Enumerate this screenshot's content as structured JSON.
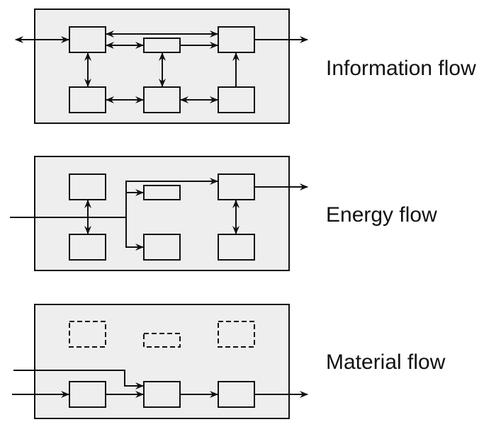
{
  "diagram": {
    "colors": {
      "panel_fill": "#eeeeee",
      "stroke": "#111111",
      "background": "#ffffff"
    },
    "panels": [
      {
        "id": "information",
        "label": "Information flow",
        "nodes": [
          {
            "id": "i-top-left",
            "row": "top",
            "col": "left",
            "size": "large",
            "style": "solid"
          },
          {
            "id": "i-top-mid",
            "row": "top",
            "col": "middle",
            "size": "small",
            "style": "solid"
          },
          {
            "id": "i-top-right",
            "row": "top",
            "col": "right",
            "size": "large",
            "style": "solid"
          },
          {
            "id": "i-bot-left",
            "row": "bottom",
            "col": "left",
            "size": "large",
            "style": "solid"
          },
          {
            "id": "i-bot-mid",
            "row": "bottom",
            "col": "middle",
            "size": "large",
            "style": "solid"
          },
          {
            "id": "i-bot-right",
            "row": "bottom",
            "col": "right",
            "size": "large",
            "style": "solid"
          }
        ],
        "connections": [
          {
            "from": "external-in",
            "to": "i-top-left",
            "direction": "bidirectional"
          },
          {
            "from": "i-top-left",
            "to": "i-top-right",
            "direction": "bidirectional"
          },
          {
            "from": "i-top-left",
            "to": "i-top-mid",
            "direction": "bidirectional"
          },
          {
            "from": "i-top-mid",
            "to": "i-top-right",
            "direction": "forward"
          },
          {
            "from": "i-top-right",
            "to": "external-out",
            "direction": "forward"
          },
          {
            "from": "i-top-left",
            "to": "i-bot-left",
            "direction": "bidirectional"
          },
          {
            "from": "i-top-mid",
            "to": "i-bot-mid",
            "direction": "bidirectional"
          },
          {
            "from": "i-bot-right",
            "to": "i-top-right",
            "direction": "forward"
          },
          {
            "from": "i-bot-left",
            "to": "i-bot-mid",
            "direction": "bidirectional"
          },
          {
            "from": "i-bot-mid",
            "to": "i-bot-right",
            "direction": "bidirectional"
          }
        ]
      },
      {
        "id": "energy",
        "label": "Energy flow",
        "nodes": [
          {
            "id": "e-top-left",
            "row": "top",
            "col": "left",
            "size": "large",
            "style": "solid"
          },
          {
            "id": "e-top-mid",
            "row": "top",
            "col": "middle",
            "size": "small",
            "style": "solid"
          },
          {
            "id": "e-top-right",
            "row": "top",
            "col": "right",
            "size": "large",
            "style": "solid"
          },
          {
            "id": "e-bot-left",
            "row": "bottom",
            "col": "left",
            "size": "large",
            "style": "solid"
          },
          {
            "id": "e-bot-mid",
            "row": "bottom",
            "col": "middle",
            "size": "large",
            "style": "solid"
          },
          {
            "id": "e-bot-right",
            "row": "bottom",
            "col": "right",
            "size": "large",
            "style": "solid"
          }
        ],
        "connections": [
          {
            "from": "external-in",
            "to": "e-top-right",
            "direction": "forward",
            "via": "branch"
          },
          {
            "from": "external-in",
            "to": "e-top-mid",
            "direction": "forward",
            "via": "branch"
          },
          {
            "from": "external-in",
            "to": "e-bot-mid",
            "direction": "forward",
            "via": "branch"
          },
          {
            "from": "e-top-left",
            "to": "e-bot-left",
            "direction": "bidirectional"
          },
          {
            "from": "e-top-right",
            "to": "e-bot-right",
            "direction": "bidirectional"
          },
          {
            "from": "e-top-right",
            "to": "external-out",
            "direction": "forward"
          }
        ]
      },
      {
        "id": "material",
        "label": "Material flow",
        "nodes": [
          {
            "id": "m-top-left",
            "row": "top",
            "col": "left",
            "size": "large",
            "style": "dashed"
          },
          {
            "id": "m-top-mid",
            "row": "top",
            "col": "middle",
            "size": "small",
            "style": "dashed"
          },
          {
            "id": "m-top-right",
            "row": "top",
            "col": "right",
            "size": "large",
            "style": "dashed"
          },
          {
            "id": "m-bot-left",
            "row": "bottom",
            "col": "left",
            "size": "large",
            "style": "solid"
          },
          {
            "id": "m-bot-mid",
            "row": "bottom",
            "col": "middle",
            "size": "large",
            "style": "solid"
          },
          {
            "id": "m-bot-right",
            "row": "bottom",
            "col": "right",
            "size": "large",
            "style": "solid"
          }
        ],
        "connections": [
          {
            "from": "external-in-1",
            "to": "m-bot-mid",
            "direction": "forward"
          },
          {
            "from": "external-in-2",
            "to": "m-bot-left",
            "direction": "forward"
          },
          {
            "from": "m-bot-left",
            "to": "m-bot-mid",
            "direction": "forward"
          },
          {
            "from": "m-bot-mid",
            "to": "m-bot-right",
            "direction": "forward"
          },
          {
            "from": "m-bot-right",
            "to": "external-out",
            "direction": "forward"
          }
        ]
      }
    ]
  }
}
